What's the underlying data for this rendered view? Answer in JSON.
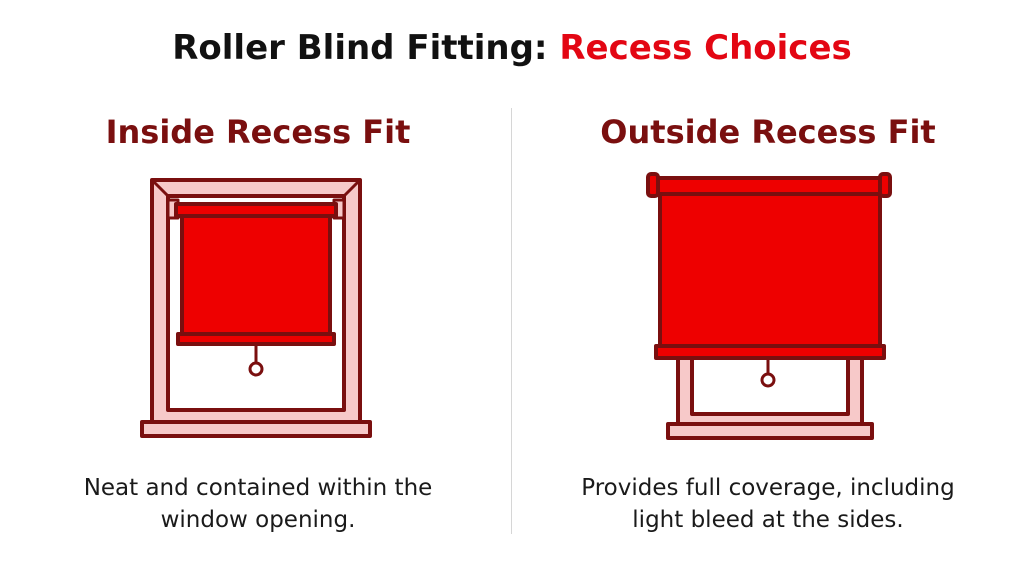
{
  "title": {
    "main": "Roller Blind Fitting: ",
    "accent": "Recess Choices"
  },
  "inside": {
    "heading": "Inside Recess Fit",
    "caption_line1": "Neat and contained within the",
    "caption_line2": "window opening."
  },
  "outside": {
    "heading": "Outside Recess Fit",
    "caption_line1": "Provides full coverage, including",
    "caption_line2": "light bleed at the sides."
  },
  "colors": {
    "blind_red": "#ee0000",
    "outline": "#7a0f0f",
    "frame_pink": "#f7c9c9",
    "accent": "#e30613"
  }
}
